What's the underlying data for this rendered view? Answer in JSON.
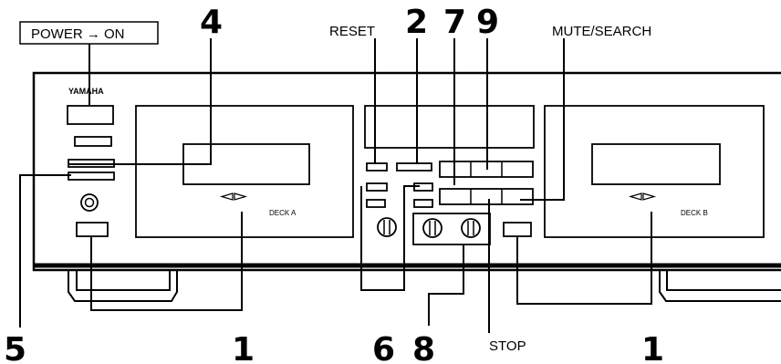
{
  "labels": {
    "power": "POWER → ON",
    "reset": "RESET",
    "mute_search": "MUTE/SEARCH",
    "stop": "STOP",
    "brand": "YAMAHA",
    "deck_a": "DECK A",
    "deck_b": "DECK B"
  },
  "callouts": {
    "n4": "4",
    "n2": "2",
    "n7": "7",
    "n9": "9",
    "n5": "5",
    "n1_left": "1",
    "n6": "6",
    "n8": "8",
    "n1_right": "1"
  }
}
